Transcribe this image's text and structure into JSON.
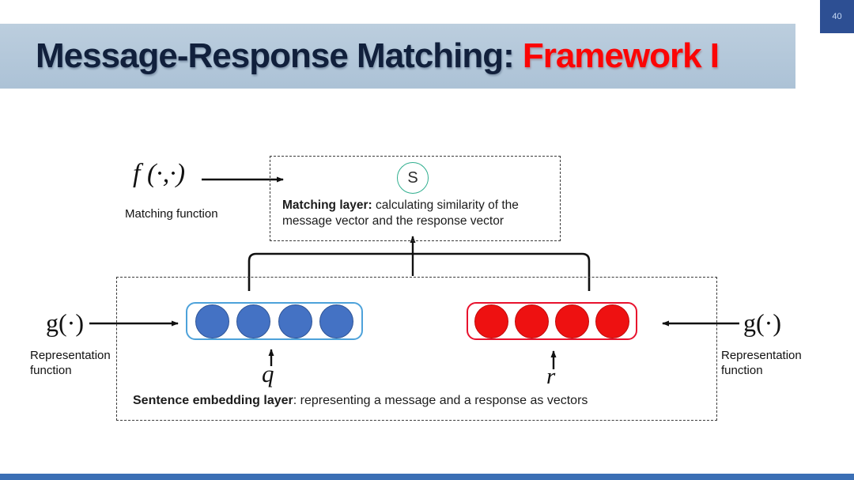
{
  "slide": {
    "page_number": "40",
    "title_main": "Message-Response Matching:",
    "title_accent": "Framework I"
  },
  "matching_layer": {
    "function_symbol": "f (·,·)",
    "function_label": "Matching function",
    "similarity_node": "S",
    "box_title": "Matching layer:",
    "box_desc": " calculating similarity of the message vector and the response vector"
  },
  "embedding_layer": {
    "box_title": "Sentence embedding layer",
    "box_desc": ": representing a message and a response as vectors",
    "message_vector_label": "q",
    "response_vector_label": "r",
    "left_function_symbol": "g(·)",
    "right_function_symbol": "g(·)",
    "left_function_label": "Representation function",
    "right_function_label": "Representation function"
  },
  "colors": {
    "title_bar": "#b3c6d9",
    "title_text": "#11203c",
    "title_accent": "#fb0505",
    "page_box": "#2d4f93",
    "footer_bar": "#3b6fb5",
    "similarity_circle": "#2fae8e",
    "message_fill": "#4472c4",
    "message_border": "#4da2da",
    "response_fill": "#ee1111",
    "response_border": "#e8112d"
  }
}
